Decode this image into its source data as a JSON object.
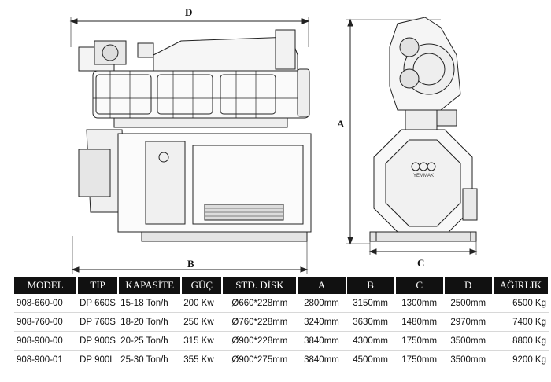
{
  "dimensions": {
    "d": "D",
    "a": "A",
    "b": "B",
    "c": "C"
  },
  "logo_text": "YEMMAK",
  "table": {
    "headers": [
      "MODEL",
      "TİP",
      "KAPASİTE",
      "GÜÇ",
      "STD. DİSK",
      "A",
      "B",
      "C",
      "D",
      "AĞIRLIK"
    ],
    "rows": [
      [
        "908-660-00",
        "DP 660S",
        "15-18 Ton/h",
        "200 Kw",
        "Ø660*228mm",
        "2800mm",
        "3150mm",
        "1300mm",
        "2500mm",
        "6500 Kg"
      ],
      [
        "908-760-00",
        "DP 760S",
        "18-20 Ton/h",
        "250 Kw",
        "Ø760*228mm",
        "3240mm",
        "3630mm",
        "1480mm",
        "2970mm",
        "7400 Kg"
      ],
      [
        "908-900-00",
        "DP 900S",
        "20-25 Ton/h",
        "315 Kw",
        "Ø900*228mm",
        "3840mm",
        "4300mm",
        "1750mm",
        "3500mm",
        "8800 Kg"
      ],
      [
        "908-900-01",
        "DP 900L",
        "25-30 Ton/h",
        "355 Kw",
        "Ø900*275mm",
        "3840mm",
        "4500mm",
        "1750mm",
        "3500mm",
        "9200 Kg"
      ]
    ]
  }
}
